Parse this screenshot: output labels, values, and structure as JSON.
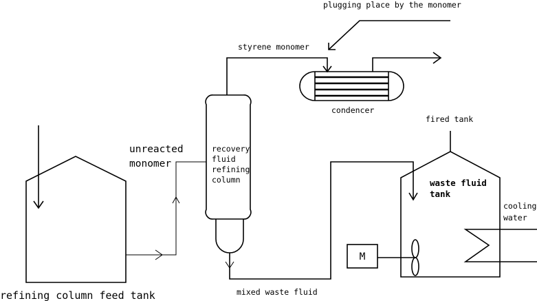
{
  "labels": {
    "plugging_place": "plugging place by the monomer",
    "styrene_monomer": "styrene monomer",
    "condencer": "condencer",
    "fired_tank": "fired tank",
    "unreacted_line1": "unreacted",
    "unreacted_line2": "monomer",
    "column_line1": "recovery",
    "column_line2": "fluid",
    "column_line3": "refining",
    "column_line4": "column",
    "waste_line1": "waste fluid",
    "waste_line2": "tank",
    "cooling_line1": "cooling",
    "cooling_line2": "water",
    "motor": "M",
    "mixed_waste": "mixed waste fluid",
    "feed_tank": "refining column feed tank"
  }
}
